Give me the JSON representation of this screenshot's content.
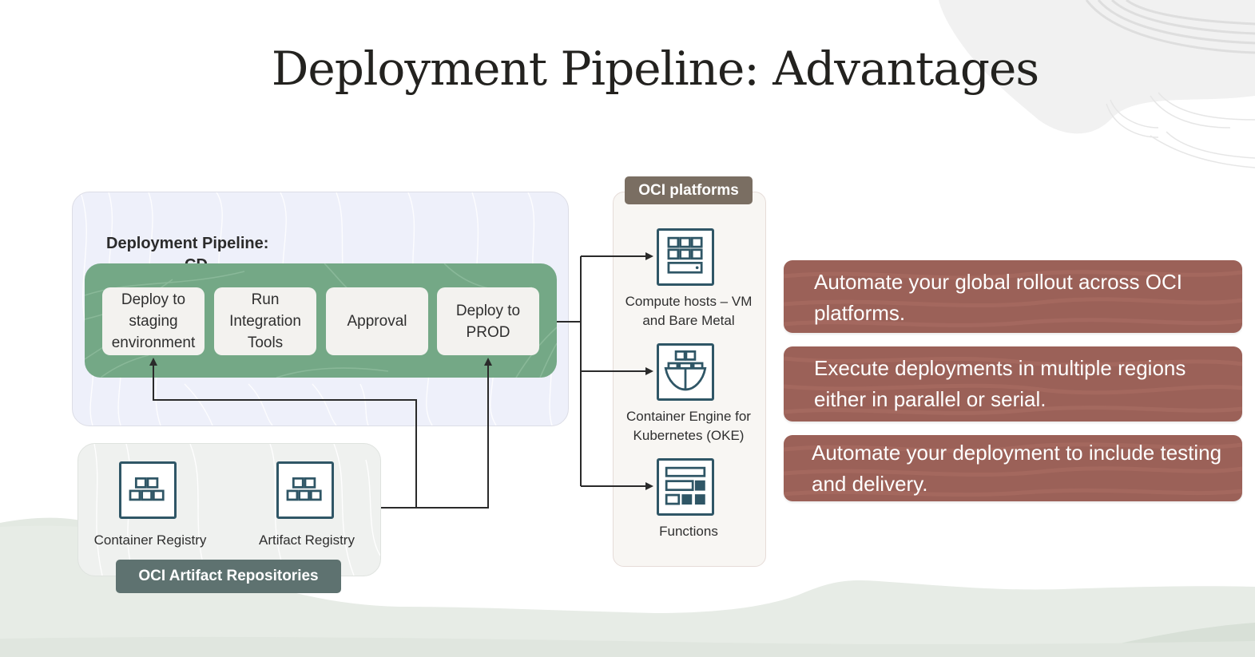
{
  "slide": {
    "title": "Deployment Pipeline: Advantages"
  },
  "pipeline": {
    "label_line1": "Deployment Pipeline:",
    "label_line2": "CD",
    "stages": [
      {
        "label": "Deploy to\nstaging\nenvironment"
      },
      {
        "label": "Run\nIntegration\nTools"
      },
      {
        "label": "Approval"
      },
      {
        "label": "Deploy to\nPROD"
      }
    ]
  },
  "repositories": {
    "tag": "OCI Artifact Repositories",
    "items": [
      {
        "label": "Container Registry",
        "icon": "registry-icon"
      },
      {
        "label": "Artifact Registry",
        "icon": "registry-icon"
      }
    ]
  },
  "platforms": {
    "tag": "OCI platforms",
    "items": [
      {
        "label": "Compute hosts – VM\nand Bare Metal",
        "icon": "compute-icon"
      },
      {
        "label": "Container Engine for\nKubernetes (OKE)",
        "icon": "container-ship-icon"
      },
      {
        "label": "Functions",
        "icon": "functions-icon"
      }
    ]
  },
  "advantages": [
    {
      "text": "Automate your global rollout across OCI platforms."
    },
    {
      "text": "Execute deployments in multiple regions either in parallel or serial."
    },
    {
      "text": "Automate your deployment to include testing and delivery."
    }
  ],
  "colors": {
    "pipeline_panel": "#eef0fa",
    "cd_band": "#74a886",
    "stage_box": "#f3f2ef",
    "repo_tag": "#5e7270",
    "platforms_tag": "#7a6e62",
    "advantage_box": "#9b6158",
    "icon_stroke": "#2f5666",
    "connector": "#2a2a2a"
  }
}
